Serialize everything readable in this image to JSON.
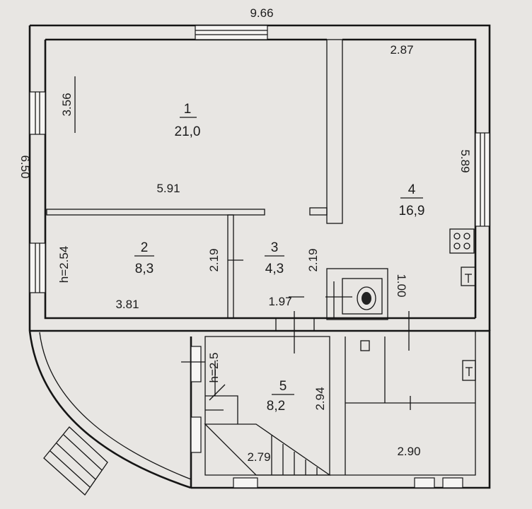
{
  "plan": {
    "overall_width": "9.66",
    "overall_height": "6.50",
    "dimensions": {
      "room1_height": "3.56",
      "room1_width": "5.91",
      "room4_top": "2.87",
      "room4_side": "5.89",
      "room2_height": "h=2.54",
      "room2_width": "3.81",
      "room3_left": "2.19",
      "room3_right": "2.19",
      "room3_bottom": "1.97",
      "stove": "1.00",
      "room5_height": "h=2.5",
      "room5_side": "2.94",
      "room5_bottom": "2.79",
      "right_bottom": "2.90"
    },
    "rooms": [
      {
        "number": "1",
        "area": "21,0"
      },
      {
        "number": "2",
        "area": "8,3"
      },
      {
        "number": "3",
        "area": "4,3"
      },
      {
        "number": "4",
        "area": "16,9"
      },
      {
        "number": "5",
        "area": "8,2"
      }
    ]
  }
}
